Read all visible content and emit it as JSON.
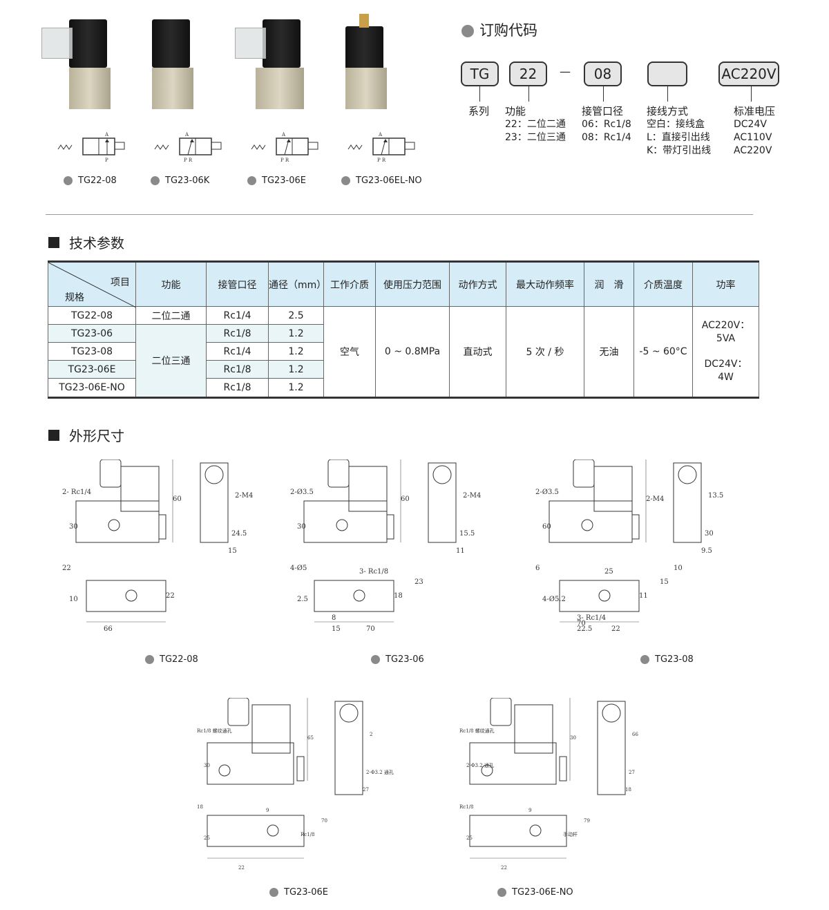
{
  "products": [
    {
      "model": "TG22-08",
      "port_labels": [
        "A",
        "P"
      ]
    },
    {
      "model": "TG23-06K",
      "port_labels": [
        "A",
        "P",
        "R"
      ]
    },
    {
      "model": "TG23-06E",
      "port_labels": [
        "A",
        "P",
        "R"
      ]
    },
    {
      "model": "TG23-06EL-NO",
      "port_labels": [
        "A",
        "P",
        "R"
      ]
    }
  ],
  "order_code": {
    "title": "订购代码",
    "boxes": [
      "TG",
      "22",
      "08",
      "",
      "AC220V"
    ],
    "separator": "—",
    "columns": [
      {
        "title": "系列",
        "lines": []
      },
      {
        "title": "功能",
        "lines": [
          "22：二位二通",
          "23：二位三通"
        ]
      },
      {
        "title": "接管口径",
        "lines": [
          "06：Rc1/8",
          "08：Rc1/4"
        ]
      },
      {
        "title": "接线方式",
        "lines": [
          "空白：接线盒",
          "L：直接引出线",
          "K：带灯引出线"
        ]
      },
      {
        "title": "标准电压",
        "lines": [
          "DC24V",
          "AC110V",
          "AC220V"
        ]
      }
    ]
  },
  "tech": {
    "title": "技术参数",
    "corner_top": "项目",
    "corner_bottom": "规格",
    "headers": [
      "功能",
      "接管口径",
      "通径（mm）",
      "工作介质",
      "使用压力范围",
      "动作方式",
      "最大动作频率",
      "润　滑",
      "介质温度",
      "功率"
    ],
    "rows": [
      {
        "model": "TG22-08",
        "port": "Rc1/4",
        "dia": "2.5"
      },
      {
        "model": "TG23-06",
        "port": "Rc1/8",
        "dia": "1.2"
      },
      {
        "model": "TG23-08",
        "port": "Rc1/4",
        "dia": "1.2"
      },
      {
        "model": "TG23-06E",
        "port": "Rc1/8",
        "dia": "1.2"
      },
      {
        "model": "TG23-06E-NO",
        "port": "Rc1/8",
        "dia": "1.2"
      }
    ],
    "function_2way": "二位二通",
    "function_3way": "二位三通",
    "medium": "空气",
    "pressure": "0 ~ 0.8MPa",
    "action": "直动式",
    "frequency": "5 次 / 秒",
    "lubrication": "无油",
    "temperature": "-5 ~ 60°C",
    "power_ac": "AC220V：",
    "power_ac_val": "5VA",
    "power_dc": "DC24V：",
    "power_dc_val": "4W"
  },
  "dimensions": {
    "title": "外形尺寸",
    "drawings": [
      {
        "model": "TG22-08",
        "notes": [
          "2- Rc1/4",
          "2-M4",
          "60",
          "30",
          "24.5",
          "15",
          "22",
          "22",
          "10",
          "66"
        ]
      },
      {
        "model": "TG23-06",
        "notes": [
          "2-Ø3.5",
          "2-M4",
          "60",
          "30",
          "15.5",
          "11",
          "4-Ø5",
          "18",
          "2.5",
          "15",
          "3- Rc1/8",
          "23",
          "8",
          "70"
        ]
      },
      {
        "model": "TG23-08",
        "notes": [
          "2-Ø3.5",
          "13.5",
          "2-M4",
          "60",
          "30",
          "9.5",
          "6",
          "11",
          "4-Ø5.2",
          "22.5",
          "25",
          "15",
          "3- Rc1/4",
          "22",
          "10",
          "70"
        ]
      },
      {
        "model": "TG23-06E",
        "notes": [
          "Rc1/8 螺纹通孔",
          "2",
          "65",
          "30",
          "2-Φ3.2 通孔",
          "27",
          "18",
          "Rc1/8",
          "25",
          "22",
          "9",
          "70"
        ]
      },
      {
        "model": "TG23-06E-NO",
        "notes": [
          "Rc1/8 螺纹通孔",
          "66",
          "30",
          "2-Φ3.2 通孔",
          "27",
          "18",
          "Rc1/8",
          "手动杆",
          "25",
          "22",
          "9",
          "79"
        ]
      }
    ]
  }
}
